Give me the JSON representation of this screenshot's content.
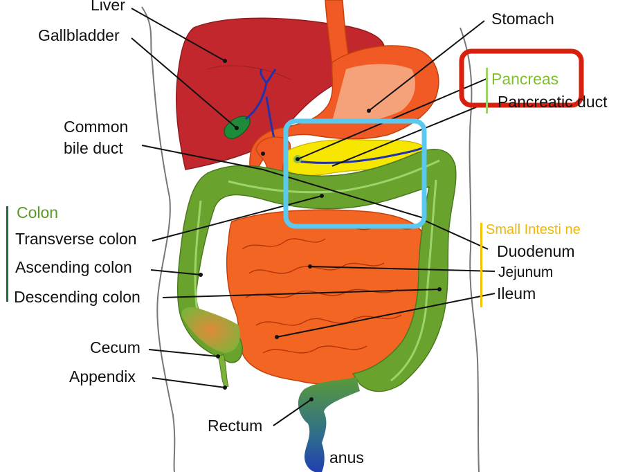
{
  "labels": {
    "liver": "Liver",
    "gallbladder": "Gallbladder",
    "common_bile_duct_line1": "Common",
    "common_bile_duct_line2": "bile duct",
    "stomach": "Stomach",
    "pancreas": "Pancreas",
    "pancreatic_duct": "Pancreatic duct",
    "colon_heading": "Colon",
    "transverse_colon": "Transverse colon",
    "ascending_colon": "Ascending colon",
    "descending_colon": "Descending colon",
    "cecum": "Cecum",
    "appendix": "Appendix",
    "rectum": "Rectum",
    "anus": "anus",
    "small_intestine_heading": "Small Intesti ne",
    "duodenum": "Duodenum",
    "jejunum": "Jejunum",
    "ileum": "Ileum"
  },
  "colors": {
    "liver": "#c1272d",
    "stomach": "#f15a24",
    "pancreas": "#f7e600",
    "colon": "#6aa22e",
    "small_intestine": "#f26522",
    "highlight_red_box": "#d7200d",
    "highlight_blue_box": "#5bc8f0",
    "colon_bracket": "#1f6b3a",
    "small_intestine_bracket": "#f5c400",
    "pancreas_text": "#7fbf2a"
  }
}
